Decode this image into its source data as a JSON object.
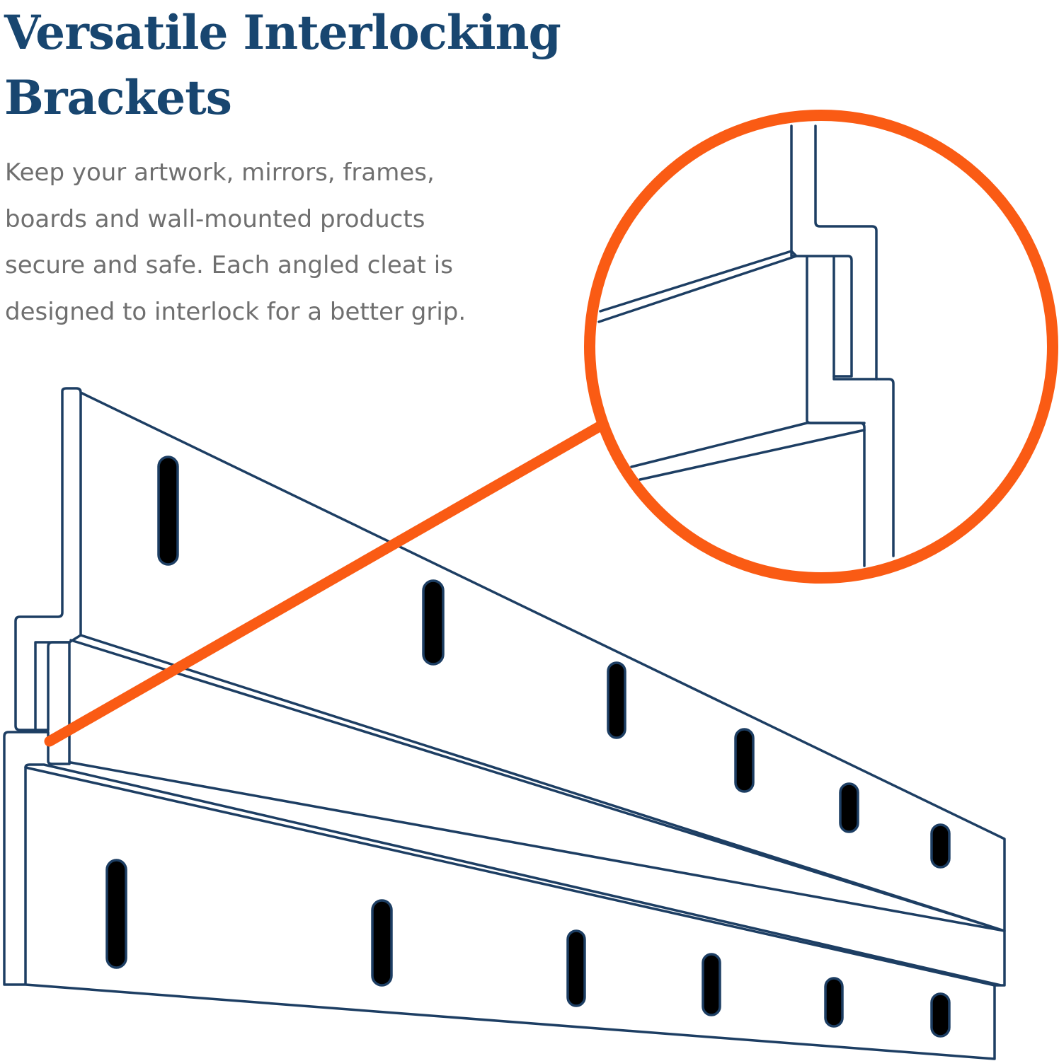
{
  "headline": {
    "line1": "Versatile Interlocking",
    "line2": "Brackets"
  },
  "description": {
    "line1": "Keep your artwork, mirrors, frames,",
    "line2": "boards and wall-mounted products",
    "line3": "secure and safe. Each angled cleat is",
    "line4": "designed to interlock for a better grip."
  },
  "colors": {
    "heading": "#184670",
    "body_text": "#6f6f6f",
    "outline": "#1d3e63",
    "callout": "#fa5b14",
    "background": "#ffffff"
  }
}
